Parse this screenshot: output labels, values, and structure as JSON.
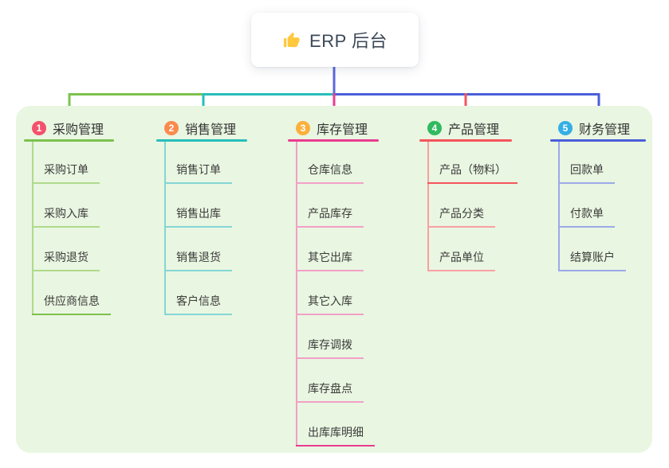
{
  "root": {
    "label": "ERP 后台",
    "icon": "thumbs-up-icon",
    "icon_color": "#FFC83D",
    "card_bg": "#ffffff",
    "text_color": "#3c4858",
    "stem_color": "#5A68DC"
  },
  "panel": {
    "bg": "#E9F6E1"
  },
  "branches": [
    {
      "num": "1",
      "label": "采购管理",
      "badge_color": "#F4516C",
      "color": "#7CC14D",
      "light_color": "#AFDA8C",
      "children": [
        {
          "label": "采购订单",
          "strong": false
        },
        {
          "label": "采购入库",
          "strong": false
        },
        {
          "label": "采购退货",
          "strong": false
        },
        {
          "label": "供应商信息",
          "strong": true
        }
      ]
    },
    {
      "num": "2",
      "label": "销售管理",
      "badge_color": "#FB8A4D",
      "color": "#27BEBB",
      "light_color": "#84D6D4",
      "children": [
        {
          "label": "销售订单",
          "strong": false
        },
        {
          "label": "销售出库",
          "strong": false
        },
        {
          "label": "销售退货",
          "strong": false
        },
        {
          "label": "客户信息",
          "strong": false
        }
      ]
    },
    {
      "num": "3",
      "label": "库存管理",
      "badge_color": "#FBB03C",
      "color": "#EA3C8F",
      "light_color": "#F2A0C6",
      "children": [
        {
          "label": "仓库信息",
          "strong": false
        },
        {
          "label": "产品库存",
          "strong": false
        },
        {
          "label": "其它出库",
          "strong": false
        },
        {
          "label": "其它入库",
          "strong": false
        },
        {
          "label": "库存调拨",
          "strong": false
        },
        {
          "label": "库存盘点",
          "strong": false
        },
        {
          "label": "出库库明细",
          "strong": true
        }
      ]
    },
    {
      "num": "4",
      "label": "产品管理",
      "badge_color": "#2FBA5E",
      "color": "#F5545C",
      "light_color": "#F8A0A4",
      "children": [
        {
          "label": "产品（物料）",
          "strong": true
        },
        {
          "label": "产品分类",
          "strong": false
        },
        {
          "label": "产品单位",
          "strong": false
        }
      ]
    },
    {
      "num": "5",
      "label": "财务管理",
      "badge_color": "#35AEE5",
      "color": "#4A5ED8",
      "light_color": "#9BAAE8",
      "children": [
        {
          "label": "回款单",
          "strong": false
        },
        {
          "label": "付款单",
          "strong": false
        },
        {
          "label": "结算账户",
          "strong": false
        }
      ]
    }
  ]
}
